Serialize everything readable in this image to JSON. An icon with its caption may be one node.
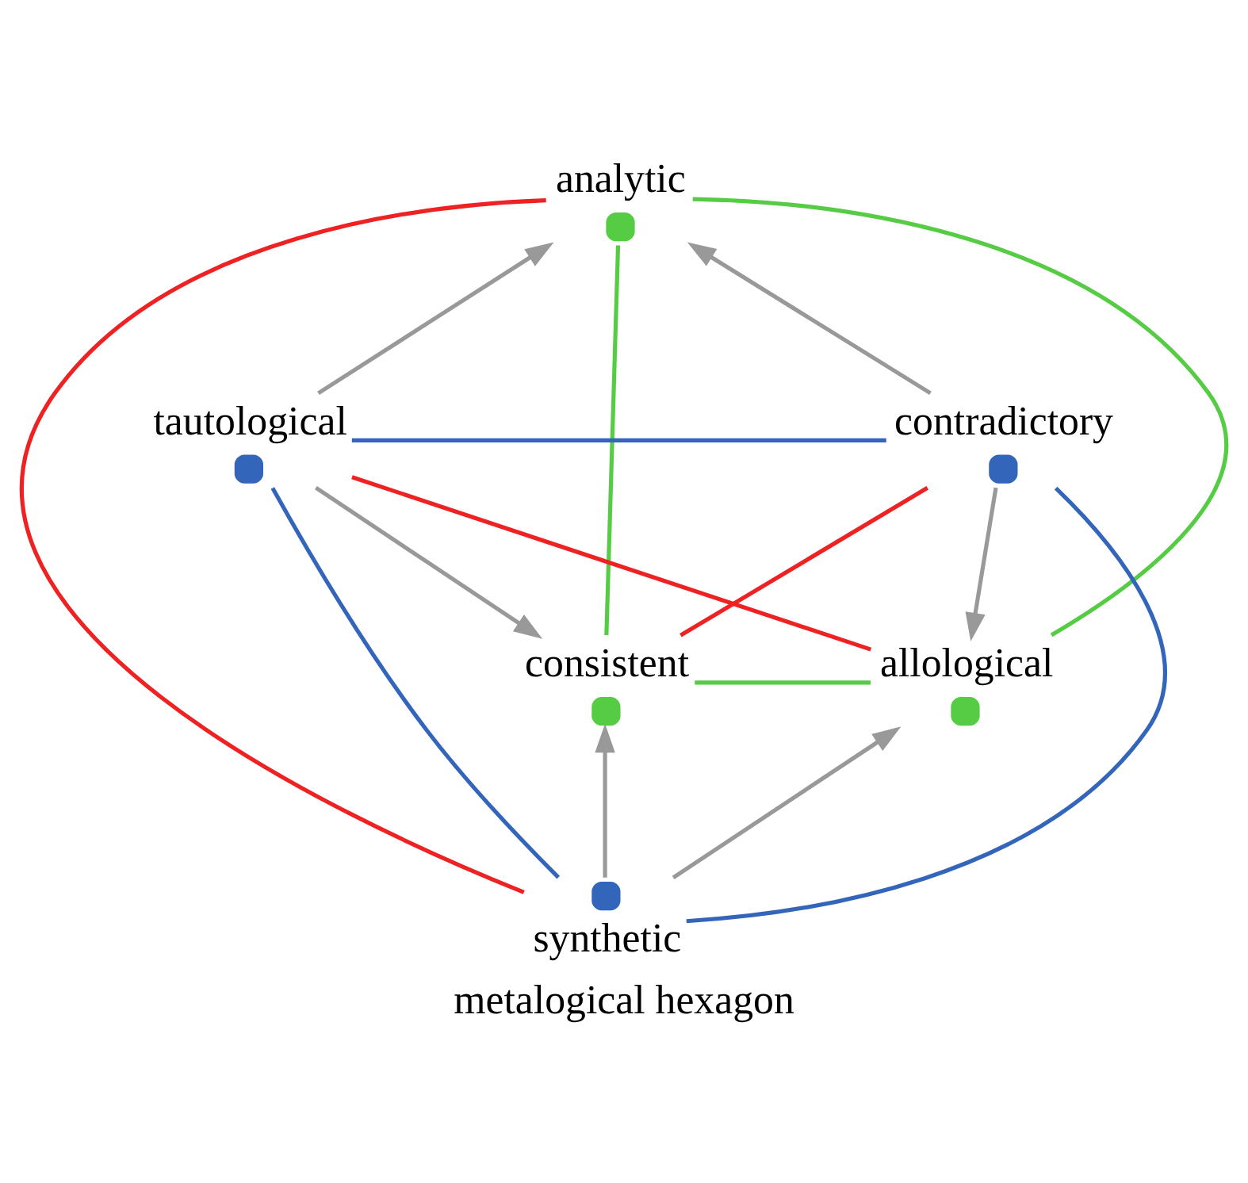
{
  "diagram": {
    "caption": "metalogical hexagon",
    "nodes": [
      {
        "text": [
          "analytic"
        ]
      },
      {
        "text": [
          "tautological"
        ]
      },
      {
        "text": [
          "contradictory"
        ]
      },
      {
        "text": [
          "consistent"
        ]
      },
      {
        "text": [
          "allological"
        ]
      },
      {
        "text": [
          "synthetic"
        ]
      }
    ],
    "edges": [
      {
        "from": 0,
        "to": 3,
        "arrow": "none",
        "color": "#55cc44"
      },
      {
        "from": 0,
        "to": 4,
        "arrow": "none",
        "color": "#55cc44"
      },
      {
        "from": 3,
        "to": 4,
        "arrow": "none",
        "color": "#55cc44"
      },
      {
        "from": 1,
        "to": 2,
        "arrow": "none",
        "color": "#3366bb"
      },
      {
        "from": 1,
        "to": 5,
        "arrow": "none",
        "color": "#3366bb"
      },
      {
        "from": 2,
        "to": 5,
        "arrow": "none",
        "color": "#3366bb"
      },
      {
        "from": 0,
        "to": 5,
        "arrow": "none",
        "color": "#ee2222"
      },
      {
        "from": 1,
        "to": 4,
        "arrow": "none",
        "color": "#ee2222"
      },
      {
        "from": 2,
        "to": 3,
        "arrow": "none",
        "color": "#ee2222"
      },
      {
        "from": 1,
        "to": 0,
        "arrow": "to",
        "color": "#999999"
      },
      {
        "from": 2,
        "to": 0,
        "arrow": "to",
        "color": "#999999"
      },
      {
        "from": 1,
        "to": 3,
        "arrow": "to",
        "color": "#999999"
      },
      {
        "from": 2,
        "to": 4,
        "arrow": "to",
        "color": "#999999"
      },
      {
        "from": 5,
        "to": 3,
        "arrow": "to",
        "color": "#999999"
      },
      {
        "from": 5,
        "to": 4,
        "arrow": "to",
        "color": "#999999"
      }
    ]
  }
}
